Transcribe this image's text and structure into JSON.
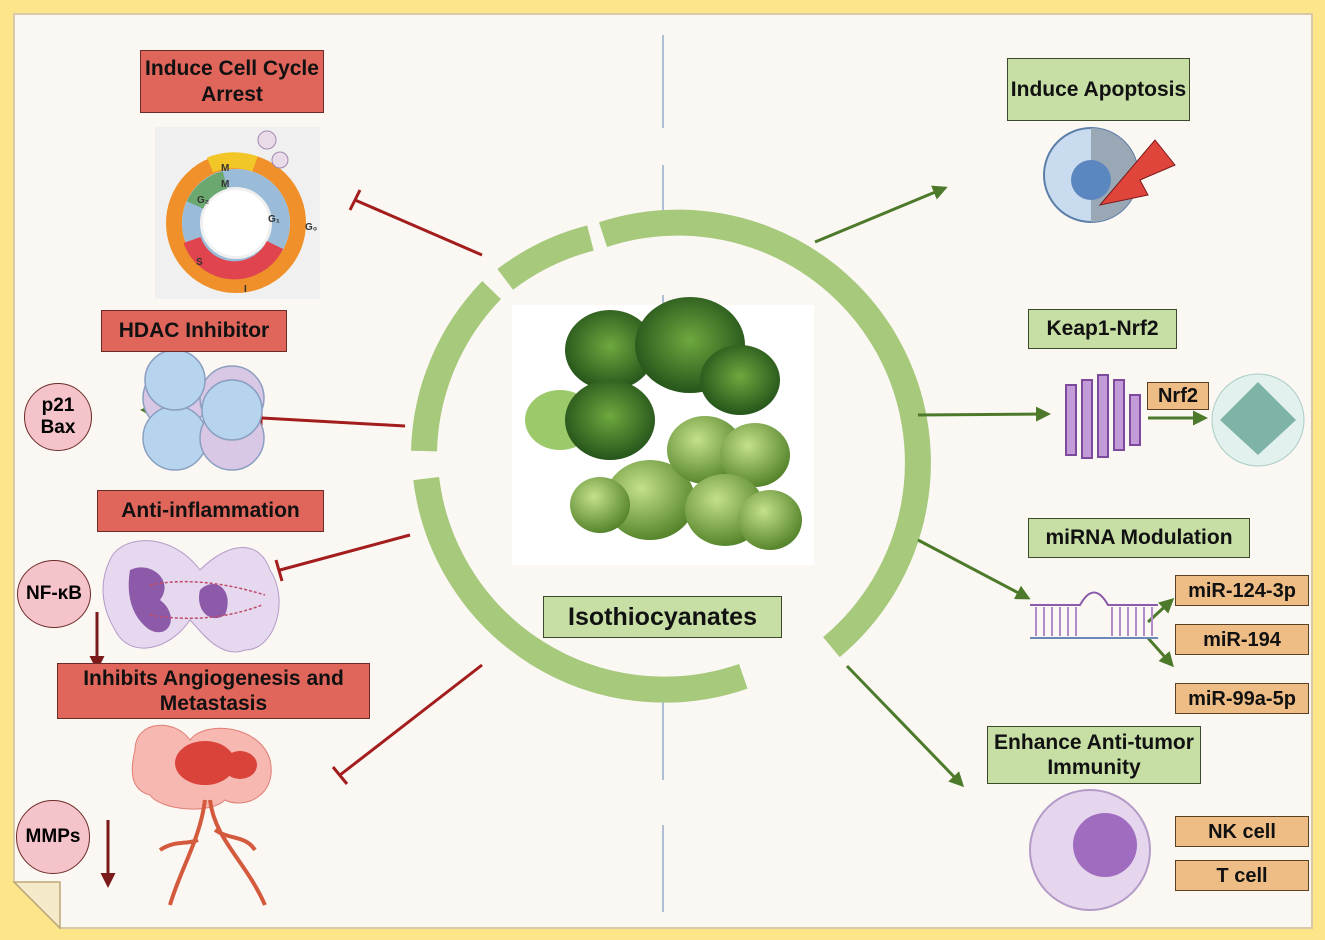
{
  "center": {
    "title": "Isothiocyanates"
  },
  "left": {
    "cell_cycle": {
      "title": "Induce Cell Cycle Arrest",
      "phases": [
        "M",
        "M",
        "G₂",
        "G₁",
        "G₀",
        "S",
        "I"
      ]
    },
    "hdac": {
      "title": "HDAC Inhibitor",
      "targets": [
        "p21",
        "Bax"
      ]
    },
    "inflammation": {
      "title": "Anti-inflammation",
      "target": "NF-κB"
    },
    "angiogenesis": {
      "title": "Inhibits Angiogenesis and Metastasis",
      "target": "MMPs"
    }
  },
  "right": {
    "apoptosis": {
      "title": "Induce Apoptosis"
    },
    "keap1": {
      "title": "Keap1-Nrf2",
      "target": "Nrf2"
    },
    "mirna": {
      "title": "miRNA Modulation",
      "items": [
        "miR-124-3p",
        "miR-194",
        "miR-99a-5p"
      ]
    },
    "immunity": {
      "title": "Enhance Anti-tumor Immunity",
      "cells": [
        "NK cell",
        "T cell"
      ]
    }
  },
  "colors": {
    "inhibit": "#a31d1d",
    "activate": "#4d7a2a",
    "ring": "#a6c97b",
    "background": "#fde68a",
    "panel": "#fbf8f4"
  }
}
